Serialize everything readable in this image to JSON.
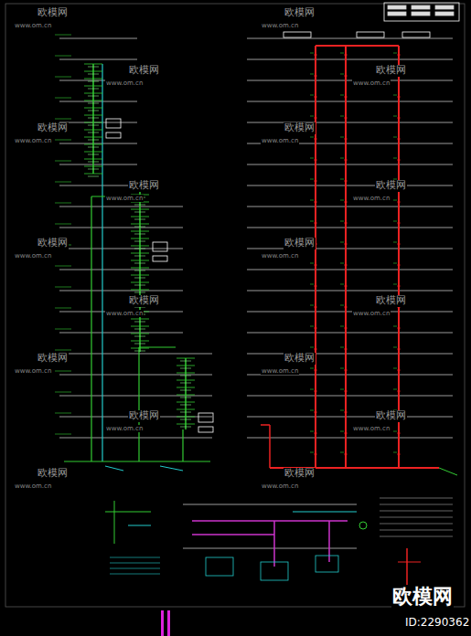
{
  "diagram": {
    "labels": [
      "欧模网",
      "www.om.cn",
      "欧模网",
      "www.om.cn",
      "欧模网",
      "www.om.cn",
      "欧模网",
      "www.om.cn",
      "欧模网",
      "www.om.cn",
      "欧模网",
      "www.om.cn",
      "欧模网",
      "www.om.cn",
      "欧模网",
      "www.om.cn",
      "欧模网",
      "www.om.cn",
      "欧模网",
      "www.om.cn",
      "欧模网",
      "www.om.cn",
      "欧模网",
      "www.om.cn",
      "欧模网",
      "www.om.cn",
      "欧模网",
      "www.om.cn",
      "欧模网",
      "www.om.cn",
      "欧模网",
      "www.om.cn",
      "欧模网",
      "www.om.cn",
      "欧模网",
      "www.om.cn",
      "欧模网",
      "ID:2290362"
    ]
  }
}
